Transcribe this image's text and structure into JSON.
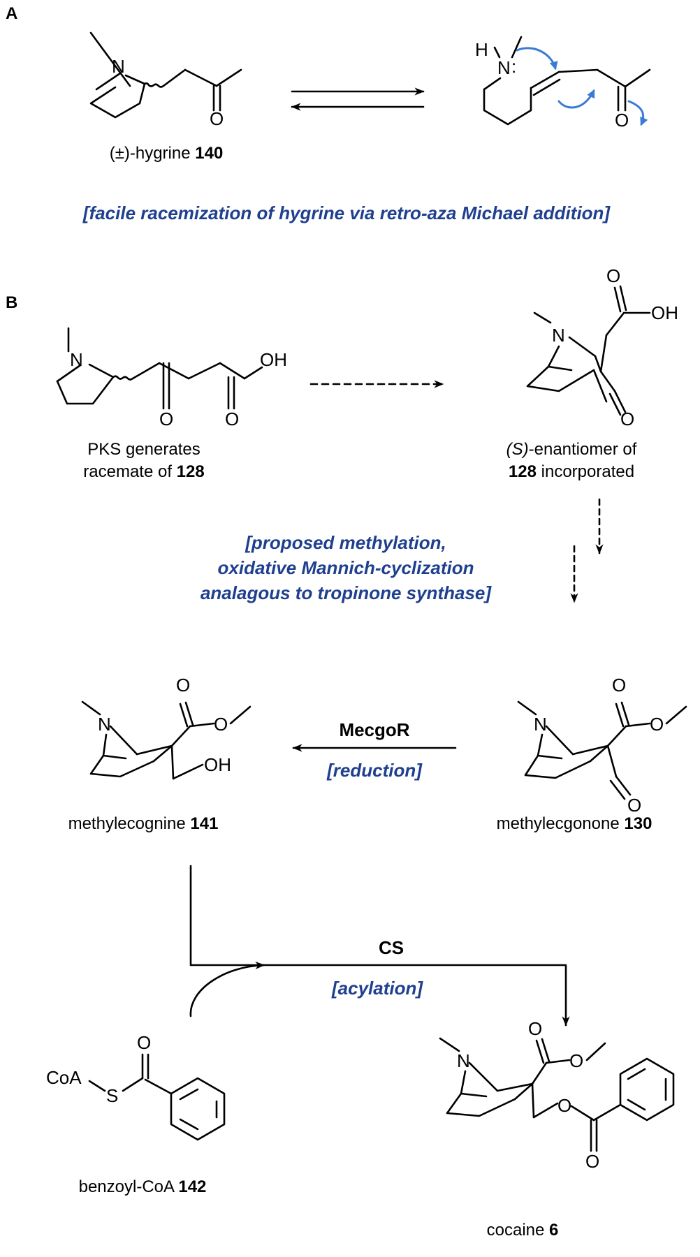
{
  "panels": {
    "a": "A",
    "b": "B"
  },
  "atoms": {
    "N": "N",
    "O": "O",
    "OH": "OH",
    "H": "H",
    "S": "S",
    "CoA": "CoA",
    "lone_pair": ":"
  },
  "compounds": {
    "hygrine": {
      "prefix": "(±)-hygrine ",
      "number": "140"
    },
    "beta_keto_acid": {
      "line1": "PKS generates",
      "line2_prefix": "racemate of ",
      "number": "128"
    },
    "s_enantiomer": {
      "line1_italic": "(S)",
      "line1_rest": "-enantiomer of",
      "number": "128",
      "line2_rest": " incorporated"
    },
    "methylecgonine": {
      "prefix": "methylecognine ",
      "number": "141"
    },
    "methylecgonone": {
      "prefix": "methylecgonone ",
      "number": "130"
    },
    "benzoyl_coa": {
      "prefix": "benzoyl-CoA ",
      "number": "142"
    },
    "cocaine": {
      "prefix": "cocaine ",
      "number": "6"
    }
  },
  "annotations": {
    "racemization": "[facile racemization of hygrine via retro-aza Michael addition]",
    "mannich": [
      "[proposed methylation,",
      "oxidative Mannich-cyclization",
      "analagous to tropinone synthase]"
    ],
    "reduction": "[reduction]",
    "acylation": "[acylation]"
  },
  "enzymes": {
    "reductase": "MecgoR",
    "cocaine_synthase": "CS"
  },
  "colors": {
    "annotation": "#1f3f8f",
    "curved_arrow": "#3a7bd5",
    "bond": "#000000"
  }
}
